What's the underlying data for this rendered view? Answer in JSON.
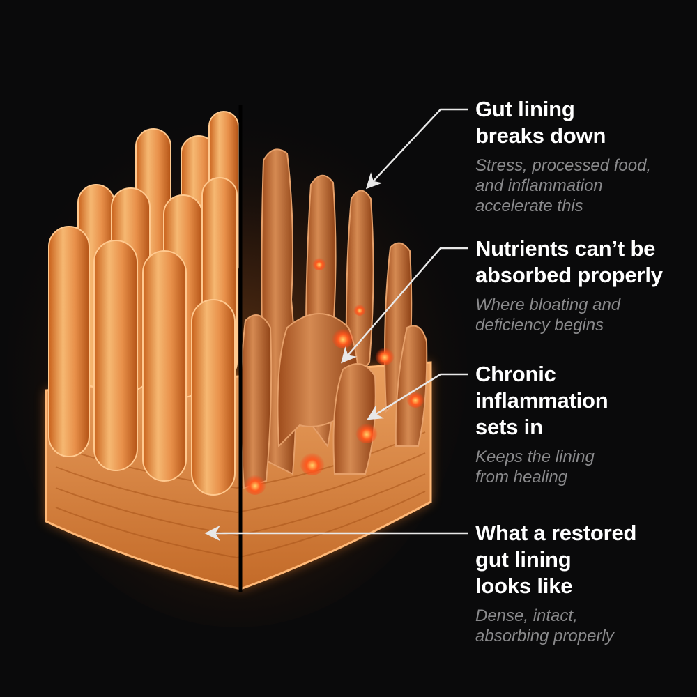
{
  "callouts": [
    {
      "title_lines": [
        "Gut lining",
        "breaks down"
      ],
      "sub_lines": [
        "Stress, processed food,",
        "and inflammation",
        "accelerate this"
      ]
    },
    {
      "title_lines": [
        "Nutrients can’t be",
        "absorbed properly"
      ],
      "sub_lines": [
        "Where bloating and",
        "deficiency begins"
      ]
    },
    {
      "title_lines": [
        "Chronic",
        "inflammation",
        "sets in"
      ],
      "sub_lines": [
        "Keeps the lining",
        "from healing"
      ]
    },
    {
      "title_lines": [
        "What a restored",
        "gut lining",
        "looks like"
      ],
      "sub_lines": [
        "Dense, intact,",
        "absorbing properly"
      ]
    }
  ],
  "colors": {
    "background": "#0a0a0b",
    "tissue_light": "#f4b06a",
    "tissue_dark": "#c7641f",
    "glow": "#ff8a2a",
    "inflammation": "#ff4a1c",
    "title_text": "#ffffff",
    "subtitle_text": "#8a8a8c",
    "arrow": "#e8e8e8"
  }
}
